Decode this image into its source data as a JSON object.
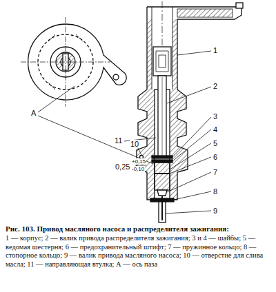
{
  "diagram": {
    "caption": "Рис. 103. Привод масляного насоса и распределителя зажигания:",
    "labels": [
      "А",
      "1",
      "2",
      "3",
      "4",
      "5",
      "6",
      "7",
      "8",
      "9",
      "10",
      "11",
      "0,25",
      "+0,15",
      "-0,10",
      "1 — корпус; 2 — валик привода распределителя зажигания; 3 и 4 — шайбы; 5 — ведомая шестерня; 6 — предохранительный штифт; 7 — пружинное кольцо; 8 — стопорное кольцо; 9 — валик привода масляного насоса; 10 — отверстие для слива масла; 11 — направляющая втулка; А — ось паза"
    ]
  }
}
